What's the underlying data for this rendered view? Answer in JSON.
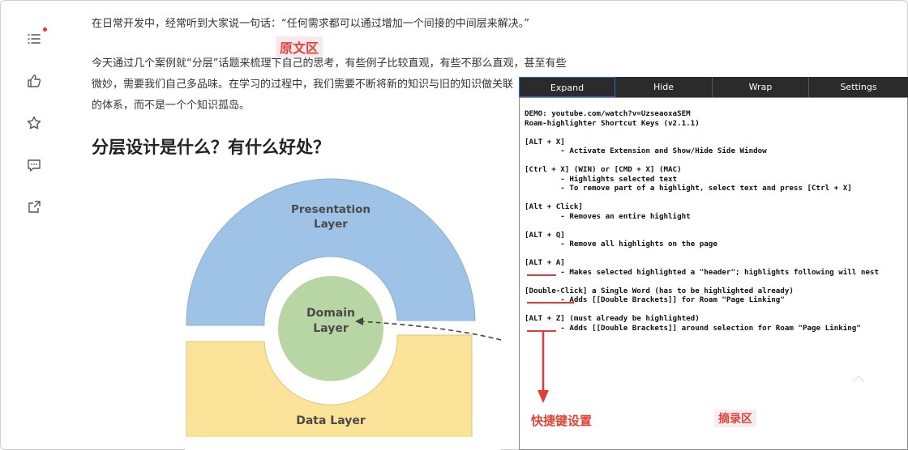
{
  "article": {
    "para1": "在日常开发中，经常听到大家说一句话：“任何需求都可以通过增加一个间接的中间层来解决。”",
    "para2_line1": "今天通过几个案例就“分层”话题来梳理下自己的思考，有些例子比较直观，有些不那么直观，甚至有些",
    "para2_line2": "微妙，需要我们自己多品味。在学习的过程中，我们需要不断将新的知识与旧的知识做关联",
    "para2_line3": "的体系，而不是一个个知识孤岛。",
    "heading": "分层设计是什么？有什么好处？"
  },
  "annotations": {
    "original_area": "原文区",
    "excerpt_area": "摘录区",
    "shortcut_settings": "快捷键设置"
  },
  "diagram": {
    "presentation_1": "Presentation",
    "presentation_2": "Layer",
    "domain_1": "Domain",
    "domain_2": "Layer",
    "data": "Data Layer",
    "colors": {
      "presentation": "#9fc3e6",
      "data": "#fbe39a",
      "domain": "#b7d6a4"
    }
  },
  "panel": {
    "tabs": [
      {
        "label": "Expand",
        "active": true
      },
      {
        "label": "Hide",
        "active": false
      },
      {
        "label": "Wrap",
        "active": false
      },
      {
        "label": "Settings",
        "active": false
      }
    ],
    "lines": [
      "DEMO: youtube.com/watch?v=UzseaoxaSEM",
      "Roam-highlighter Shortcut Keys (v2.1.1)",
      "",
      "[ALT + X]",
      "        - Activate Extension and Show/Hide Side Window",
      "",
      "[Ctrl + X] (WIN) or [CMD + X] (MAC)",
      "        - Highlights selected text",
      "        - To remove part of a highlight, select text and press [Ctrl + X]",
      "",
      "[Alt + Click]",
      "        - Removes an entire highlight",
      "",
      "[ALT + Q]",
      "        - Remove all highlights on the page",
      "",
      "[ALT + A]",
      "        - Makes selected highlighted a \"header\"; highlights following will nest",
      "",
      "[Double-Click] a Single Word (has to be highlighted already)",
      "        - Adds [[Double Brackets]] for Roam \"Page Linking\"",
      "",
      "[ALT + Z] (must already be highlighted)",
      "        - Adds [[Double Brackets]] around selection for Roam \"Page Linking\""
    ]
  },
  "rail": {
    "icons": [
      "list-icon",
      "like-icon",
      "star-icon",
      "comment-icon",
      "share-icon"
    ]
  },
  "accent": "#e04438"
}
